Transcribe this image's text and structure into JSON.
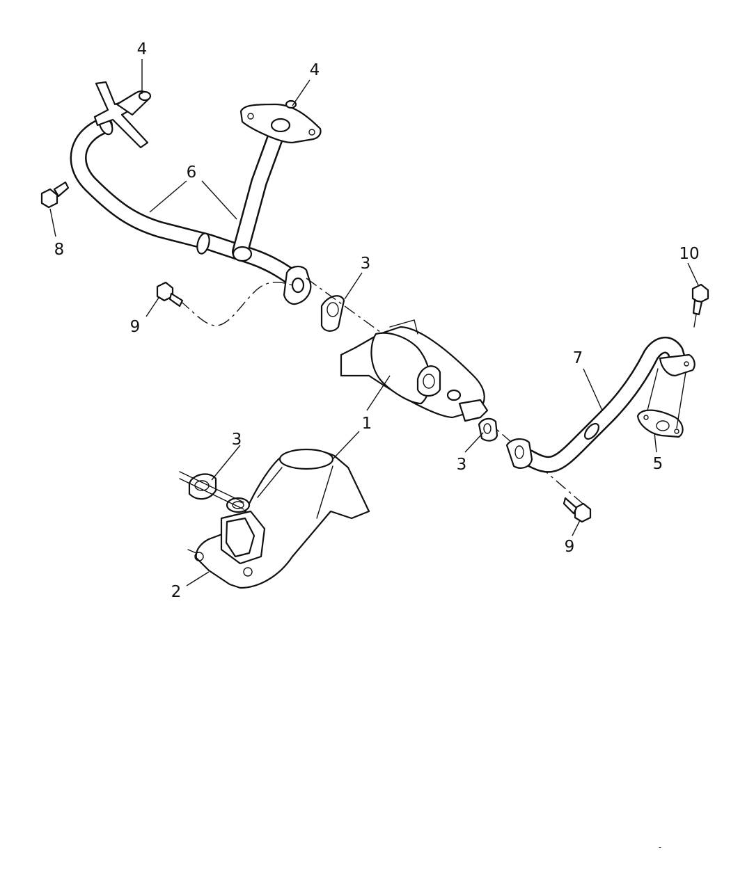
{
  "callouts": {
    "c1a": "1",
    "c1b": "1",
    "c2": "2",
    "c3a": "3",
    "c3b": "3",
    "c3c": "3",
    "c4a": "4",
    "c4b": "4",
    "c5": "5",
    "c6": "6",
    "c7": "7",
    "c8": "8",
    "c9a": "9",
    "c9b": "9",
    "c10": "10"
  },
  "footer": {
    "mark": "-"
  }
}
